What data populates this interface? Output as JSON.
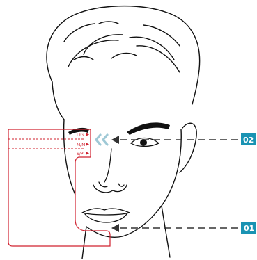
{
  "colors": {
    "line": "#111111",
    "accent_red": "#d0202e",
    "badge": "#1a93b3",
    "chevron": "#9fc9d6",
    "dash": "#333333"
  },
  "sizes": [
    {
      "label": "L/G"
    },
    {
      "label": "M/M"
    },
    {
      "label": "S/P"
    }
  ],
  "markers": [
    {
      "label": "02"
    },
    {
      "label": "01"
    }
  ]
}
